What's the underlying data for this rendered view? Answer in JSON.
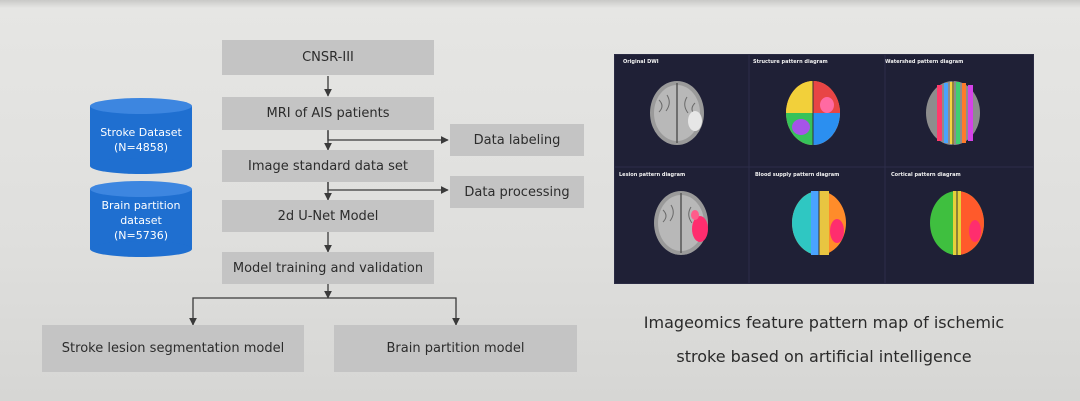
{
  "flow": {
    "steps": [
      "CNSR-III",
      "MRI of AIS patients",
      "Image standard data set",
      "2d U-Net Model",
      "Model training and validation"
    ],
    "side_steps": [
      "Data labeling",
      "Data processing"
    ],
    "outputs": [
      "Stroke lesion segmentation model",
      "Brain partition model"
    ]
  },
  "datasets": [
    {
      "name": "Stroke Dataset",
      "count": "(N=4858)"
    },
    {
      "name_line1": "Brain partition",
      "name_line2": "dataset",
      "count": "(N=5736)"
    }
  ],
  "image_panel": {
    "titles": [
      "Original DWI",
      "Structure pattern diagram",
      "Watershed pattern diagram",
      "Lesion pattern diagram",
      "Blood supply pattern diagram",
      "Cortical pattern diagram"
    ]
  },
  "caption": {
    "line1": "Imageomics feature pattern map of ischemic",
    "line2": "stroke based on artificial intelligence"
  },
  "colors": {
    "cylinder": "#1f6fd0",
    "box": "#c4c4c4",
    "panel_bg": "#1f2036"
  }
}
